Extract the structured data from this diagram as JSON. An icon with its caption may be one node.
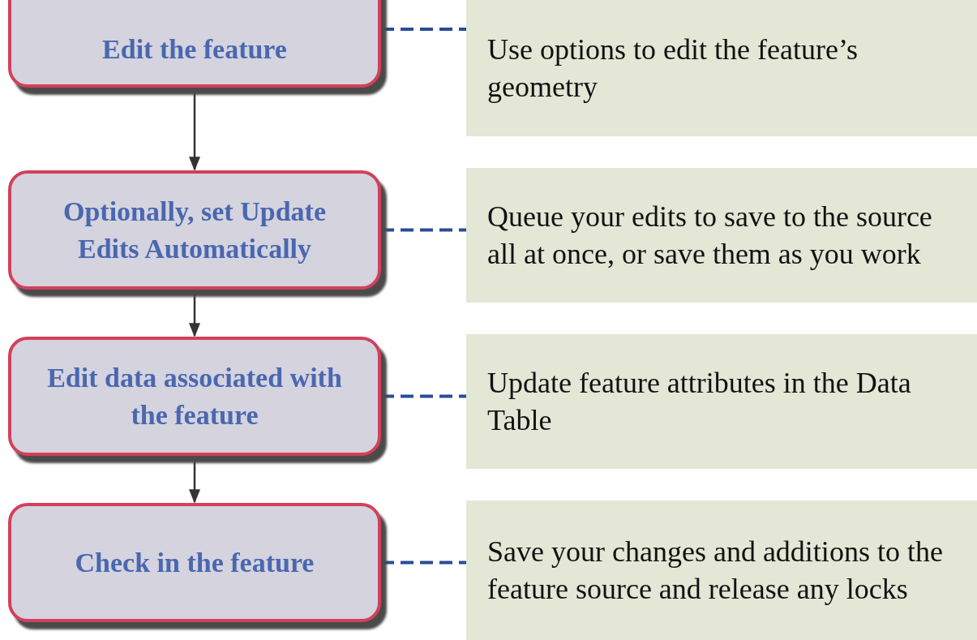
{
  "diagram": {
    "nodes": [
      {
        "text": [
          "Edit the feature"
        ]
      },
      {
        "text": [
          "Use options to edit the feature’s geometry"
        ]
      },
      {
        "text": [
          "Optionally, set Update Edits Automatically"
        ]
      },
      {
        "text": [
          "Queue your edits to save to the source all at once, or save them as you work"
        ]
      },
      {
        "text": [
          "Edit data associated with the feature"
        ]
      },
      {
        "text": [
          "Update feature attributes in the Data Table"
        ]
      },
      {
        "text": [
          "Check in the feature"
        ]
      },
      {
        "text": [
          "Save your changes and additions to the feature source and release any locks"
        ]
      }
    ],
    "edges": [
      {
        "from": 0,
        "to": 2,
        "arrow": "to",
        "color": "#333333"
      },
      {
        "from": 2,
        "to": 4,
        "arrow": "to",
        "color": "#333333"
      },
      {
        "from": 4,
        "to": 6,
        "arrow": "to",
        "color": "#333333"
      },
      {
        "from": 0,
        "to": 1,
        "arrow": "none",
        "style": "dashed",
        "color": "#2b4b9b"
      },
      {
        "from": 2,
        "to": 3,
        "arrow": "none",
        "style": "dashed",
        "color": "#2b4b9b"
      },
      {
        "from": 4,
        "to": 5,
        "arrow": "none",
        "style": "dashed",
        "color": "#2b4b9b"
      },
      {
        "from": 6,
        "to": 7,
        "arrow": "none",
        "style": "dashed",
        "color": "#2b4b9b"
      }
    ]
  }
}
